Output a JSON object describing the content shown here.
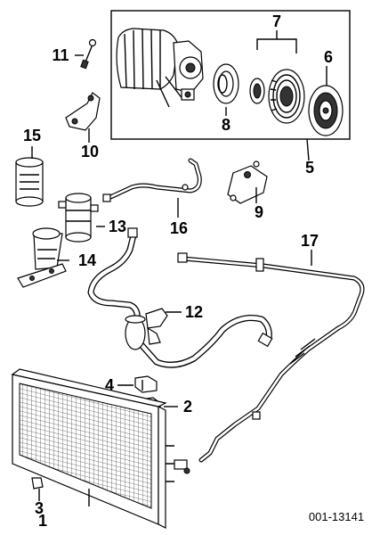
{
  "diagram": {
    "reference_code": "001-13141",
    "callouts": {
      "p1": "1",
      "p2": "2",
      "p3": "3",
      "p4": "4",
      "p5": "5",
      "p6": "6",
      "p7": "7",
      "p8": "8",
      "p9": "9",
      "p10": "10",
      "p11": "11",
      "p12": "12",
      "p13": "13",
      "p14": "14",
      "p15": "15",
      "p16": "16",
      "p17": "17"
    }
  }
}
